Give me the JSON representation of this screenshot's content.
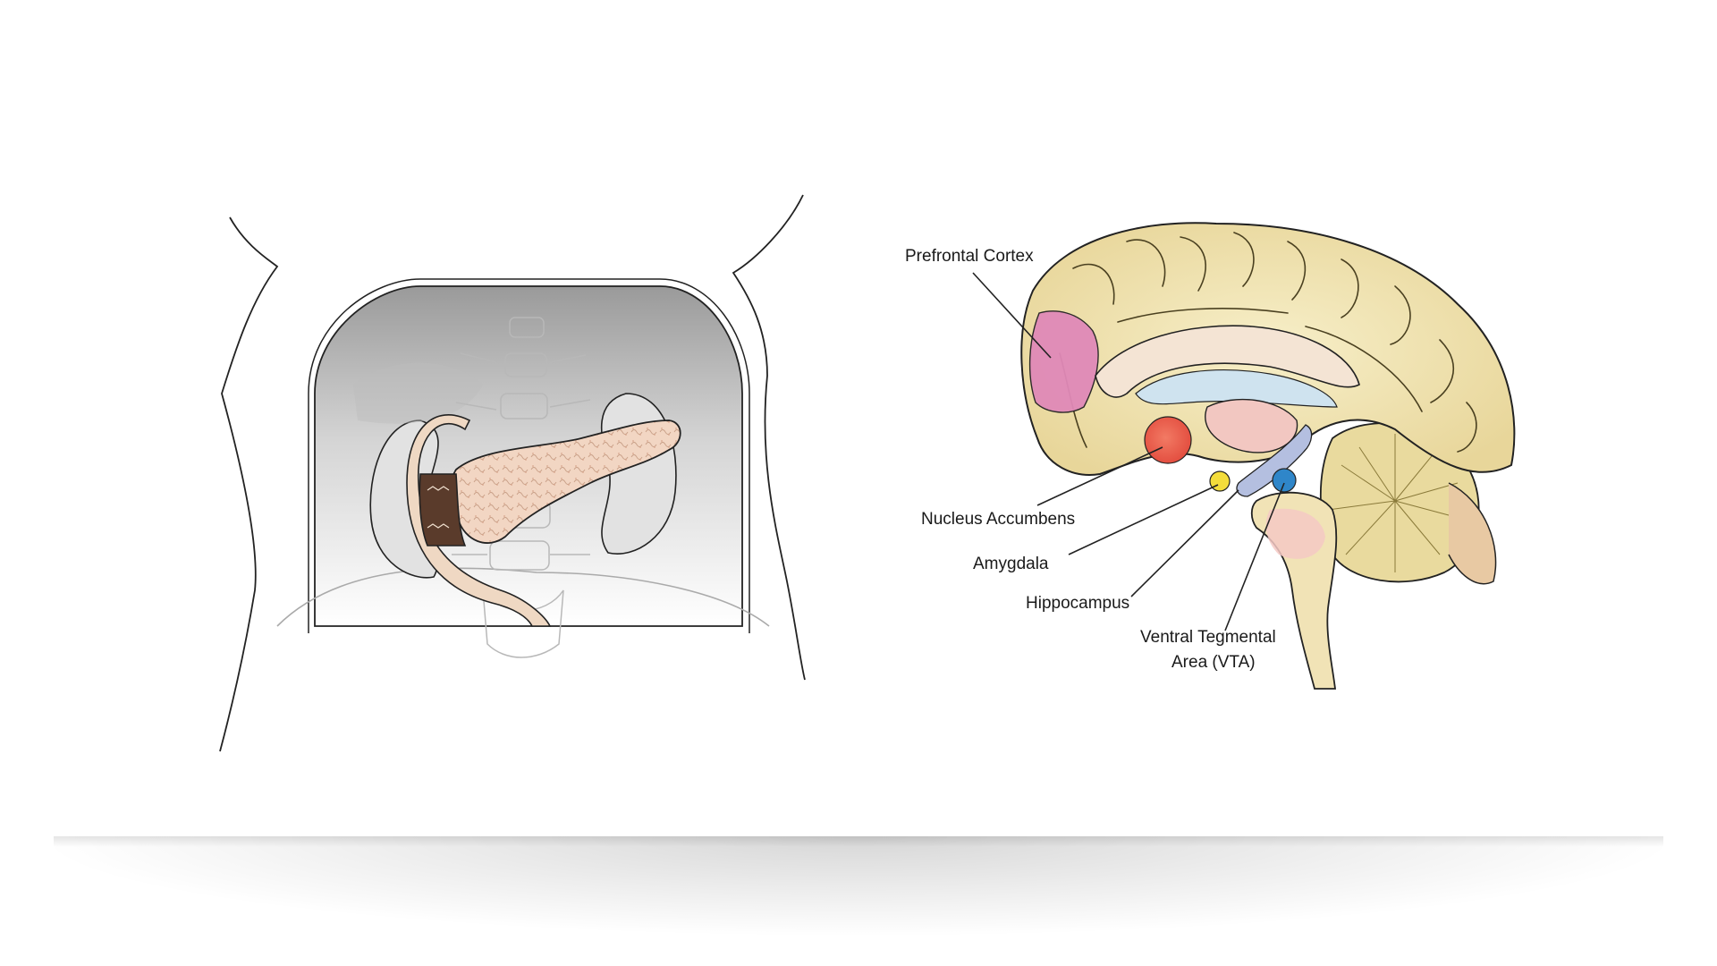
{
  "brain_labels": {
    "prefrontal_cortex": "Prefrontal Cortex",
    "nucleus_accumbens": "Nucleus Accumbens",
    "amygdala": "Amygdala",
    "hippocampus": "Hippocampus",
    "vta_line1": "Ventral Tegmental",
    "vta_line2": "Area (VTA)"
  },
  "colors": {
    "prefrontal": "#e089b8",
    "nucleus_accumbens": "#ea5d4c",
    "amygdala": "#f4dd3b",
    "hippocampus": "#b4bfe0",
    "vta": "#2f86c9",
    "cortex": "#f1e6ba",
    "pancreas": "#efd2c0"
  }
}
